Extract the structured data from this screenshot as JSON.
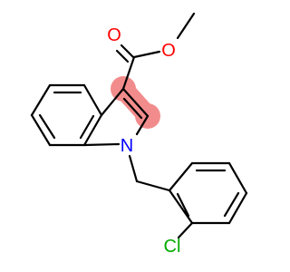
{
  "molecule": {
    "atoms": {
      "oxygen_carbonyl": {
        "label": "O",
        "color": "#ff0000"
      },
      "oxygen_ester": {
        "label": "O",
        "color": "#ff0000"
      },
      "nitrogen": {
        "label": "N",
        "color": "#0000ff"
      },
      "chlorine": {
        "label": "Cl",
        "color": "#00aa00"
      }
    },
    "highlight": {
      "color": "#f28c8c"
    }
  }
}
